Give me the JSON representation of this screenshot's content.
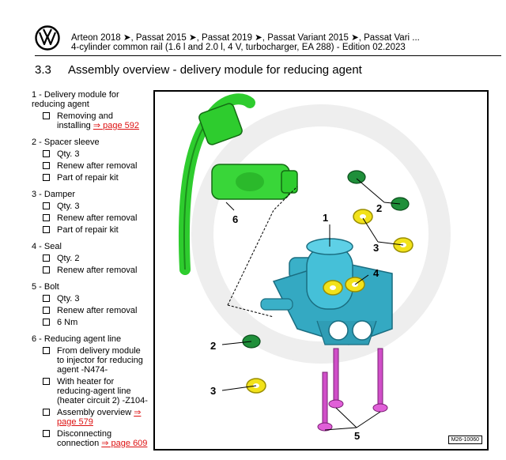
{
  "header": {
    "line1": "Arteon 2018 ➤, Passat 2015 ➤, Passat 2019 ➤, Passat Variant 2015 ➤, Passat Vari ...",
    "line2": "4-cylinder common rail (1.6 l and 2.0 l, 4 V, turbocharger, EA 288) - Edition 02.2023"
  },
  "section": {
    "number": "3.3",
    "title": "Assembly overview - delivery module for reducing agent"
  },
  "legend": [
    {
      "title": "1 - Delivery module for reducing agent",
      "items": [
        {
          "text": "Removing and installing ",
          "link": "⇒ page 592"
        }
      ]
    },
    {
      "title": "2 - Spacer sleeve",
      "items": [
        {
          "text": "Qty. 3"
        },
        {
          "text": "Renew after removal"
        },
        {
          "text": "Part of repair kit"
        }
      ]
    },
    {
      "title": "3 - Damper",
      "items": [
        {
          "text": "Qty. 3"
        },
        {
          "text": "Renew after removal"
        },
        {
          "text": "Part of repair kit"
        }
      ]
    },
    {
      "title": "4 - Seal",
      "items": [
        {
          "text": "Qty. 2"
        },
        {
          "text": "Renew after removal"
        }
      ]
    },
    {
      "title": "5 - Bolt",
      "items": [
        {
          "text": "Qty. 3"
        },
        {
          "text": "Renew after removal"
        },
        {
          "text": "6 Nm"
        }
      ]
    },
    {
      "title": "6 - Reducing agent line",
      "items": [
        {
          "text": "From delivery module to injector for reducing agent -N474-"
        },
        {
          "text": "With heater for reducing-agent line (heater circuit 2) -Z104-"
        },
        {
          "text": "Assembly overview ",
          "link": "⇒ page 579"
        },
        {
          "text": "Disconnecting connection ",
          "link": "⇒ page 609"
        }
      ]
    }
  ],
  "figure": {
    "labels": {
      "l1": "1",
      "l2a": "2",
      "l3a": "3",
      "l4": "4",
      "l6": "6",
      "l2b": "2",
      "l3b": "3",
      "l5": "5"
    },
    "id": "M26-10060"
  }
}
